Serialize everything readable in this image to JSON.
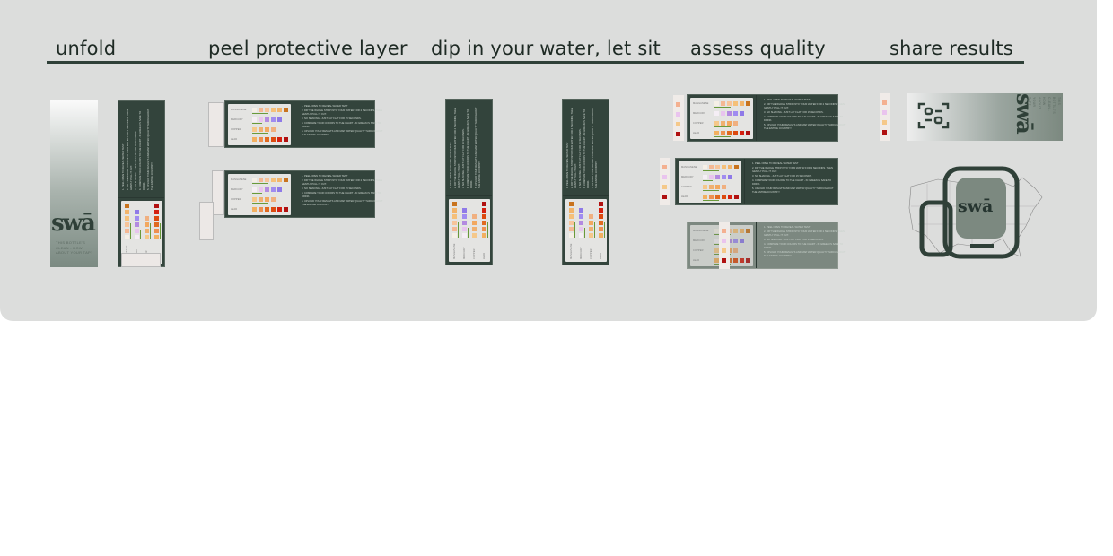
{
  "steps": [
    "unfold",
    "peel protective layer",
    "dip in your water, let sit",
    "assess quality",
    "share results"
  ],
  "brand": {
    "logo": "swā",
    "tagline": [
      "THIS BOTTLE'S",
      "CLEAN - HOW",
      "ABOUT YOUR TAP?"
    ]
  },
  "tests": [
    {
      "label": "MANGANESE",
      "colors": [
        "#f5efe6",
        "#f4b894",
        "#f7c49a",
        "#f5c07a",
        "#f2b46a",
        "#c8731e"
      ]
    },
    {
      "label": "MERCURY",
      "colors": [
        "#f5eef5",
        "#e8c4ee",
        "#b38ae0",
        "#a08cf0",
        "#8f7ae8"
      ]
    },
    {
      "label": "COPPER",
      "colors": [
        "#f5c88a",
        "#f0b070",
        "#f2a860",
        "#f0b080"
      ]
    },
    {
      "label": "LEAD",
      "colors": [
        "#f2b060",
        "#ee9050",
        "#e06a20",
        "#dc4a10",
        "#d42010",
        "#b01010"
      ]
    }
  ],
  "instructions": [
    "1. PEEL OPEN TO REVEAL WATER TEST",
    "2. DIP THE WHOLE STRIP INTO YOUR WATER FOR 2 SECONDS, THEN GENTLY PULL IT OUT.",
    "3. NO SHAKING - JUST LAY FLAT FOR 15 SECONDS.",
    "4. COMPARE YOUR COLORS TO THE CHART - IN GREEN IS SAFE TO DRINK.",
    "5. UPLOAD YOUR RESULTS AND MAP WATER QUALITY THROUGHOUT THE ENTIRE COUNTRY!"
  ],
  "result_strip": [
    "#f4b090",
    "#eac4ee",
    "#f5c88a",
    "#b01010"
  ],
  "colors": {
    "dark": "#33443c",
    "board": "#dcdddc",
    "accent": "#2f4038"
  }
}
